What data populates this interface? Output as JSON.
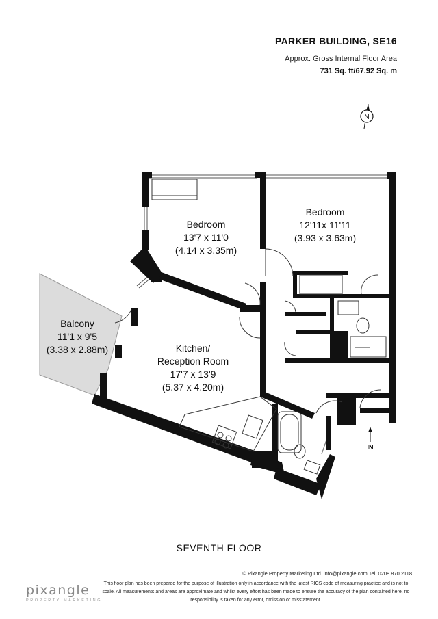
{
  "header": {
    "title": "PARKER BUILDING, SE16",
    "subtitle": "Approx. Gross Internal Floor Area",
    "area": "731 Sq. ft/67.92 Sq. m"
  },
  "compass": {
    "label": "N"
  },
  "rooms": {
    "bedroom1": {
      "name": "Bedroom",
      "imperial": "13'7 x 11'0",
      "metric": "(4.14 x 3.35m)"
    },
    "bedroom2": {
      "name": "Bedroom",
      "imperial": "12'11x 11'11",
      "metric": "(3.93 x 3.63m)"
    },
    "balcony": {
      "name": "Balcony",
      "imperial": "11'1 x 9'5",
      "metric": "(3.38 x 2.88m)"
    },
    "kitchen": {
      "name_line1": "Kitchen/",
      "name_line2": "Reception Room",
      "imperial": "17'7 x 13'9",
      "metric": "(5.37 x 4.20m)"
    }
  },
  "entrance_label": "IN",
  "floor_label": "SEVENTH FLOOR",
  "footer": {
    "copyright": "© Pixangle Property Marketing Ltd. info@pixangle.com Tel: 0208 870 2118",
    "disclaimer": "This floor plan has been prepared for the purpose of illustration only in accordance with the latest RICS code of measuring practice and is not to scale. All measurements and areas are approximate and whilst every effort has been made to ensure the accuracy of the plan contained here, no responsibility is taken for any error, omission or misstatement.",
    "logo_main": "pixangle",
    "logo_sub": "PROPERTY MARKETING"
  },
  "colors": {
    "wall": "#111111",
    "balcony_fill": "#dcdcdc",
    "text": "#111111",
    "logo": "#8a8a8a"
  }
}
